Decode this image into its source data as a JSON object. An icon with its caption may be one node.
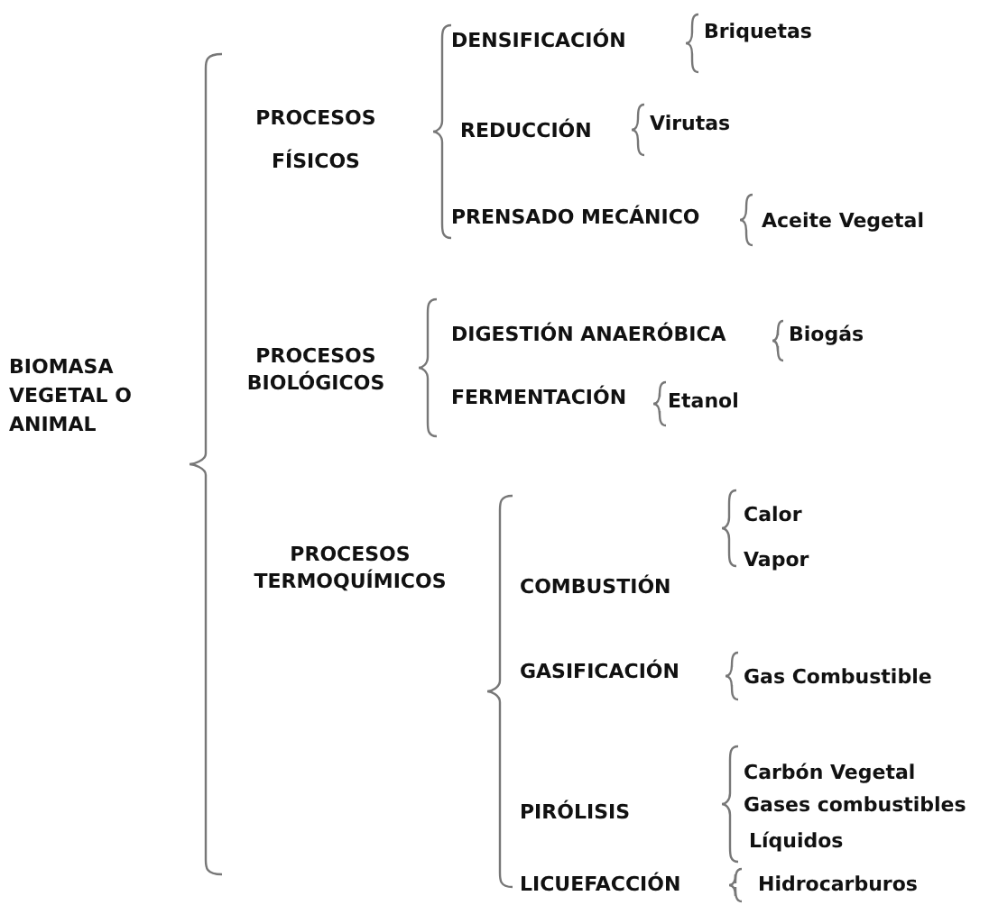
{
  "diagram": {
    "labels": [
      "DENSIFICACIÓN",
      "Briquetas",
      "PROCESOS FÍSICOS",
      "REDUCCIÓN",
      "Virutas",
      "PRENSADO MECÁNICO",
      "Aceite Vegetal",
      "DIGESTIÓN ANAERÓBICA",
      "Biogás",
      "BIOMASA VEGETAL O ANIMAL",
      "PROCESOS BIOLÓGICOS",
      "FERMENTACIÓN",
      "Etanol",
      "Calor",
      "PROCESOS TERMOQUÍMICOS",
      "COMBUSTIÓN",
      "Vapor",
      "GASIFICACIÓN",
      "Gas Combustible",
      "Carbón Vegetal",
      "PIRÓLISIS",
      "Gases combustibles",
      "Líquidos",
      "LICUEFACCIÓN",
      "Hidrocarburos"
    ]
  }
}
